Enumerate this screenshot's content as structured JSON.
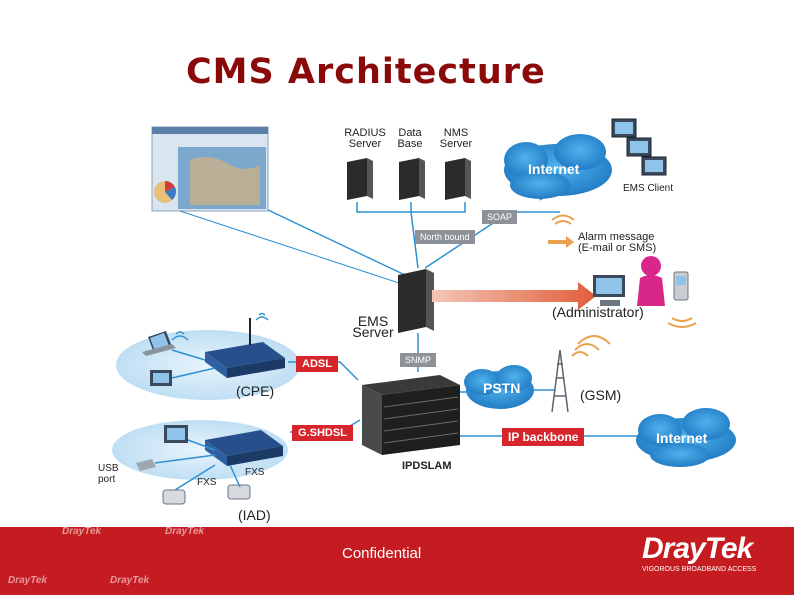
{
  "slide": {
    "title": "CMS Architecture",
    "footer": {
      "confidential": "Confidential",
      "logo": "DrayTek",
      "logo_tagline": "VIGOROUS BROADBAND ACCESS",
      "watermark": "DrayTek"
    }
  },
  "diagram": {
    "servers": [
      {
        "line1": "RADIUS",
        "line2": "Server"
      },
      {
        "line1": "Data",
        "line2": "Base"
      },
      {
        "line1": "NMS",
        "line2": "Server"
      }
    ],
    "ems_server": {
      "line1": "EMS",
      "line2": "Server"
    },
    "tags": {
      "soap": "SOAP",
      "north_bound": "North bound",
      "snmp": "SNMP",
      "adsl": "ADSL",
      "gshdsl": "G.SHDSL",
      "ip_backbone": "IP backbone"
    },
    "clouds": {
      "internet_top": "Internet",
      "pstn": "PSTN",
      "internet_bottom": "Internet"
    },
    "labels": {
      "ems_client": "EMS Client",
      "alarm_line1": "Alarm message",
      "alarm_line2": "(E-mail or SMS)",
      "administrator": "(Administrator)",
      "cpe": "(CPE)",
      "gsm": "(GSM)",
      "ipdslam": "IPDSLAM",
      "iad": "(IAD)",
      "fxs_top": "FXS",
      "fxs_bottom": "FXS",
      "usb_line1": "USB",
      "usb_line2": "port"
    },
    "colors": {
      "title": "#8a0a0a",
      "accent_red": "#d7262b",
      "cloud_blue": "#2e90d4",
      "footer_red": "#c41c20"
    }
  }
}
